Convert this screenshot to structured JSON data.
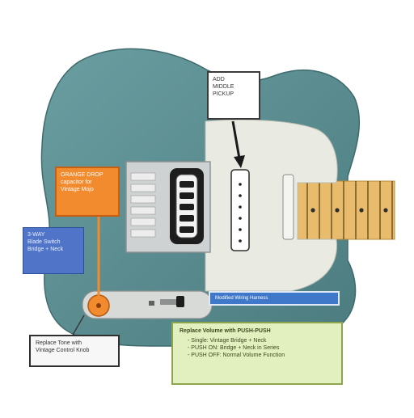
{
  "callouts": {
    "add_middle": {
      "lines": [
        "ADD",
        "MIDDLE",
        "PICKUP"
      ]
    },
    "orange": {
      "lines": [
        "ORANGE DROP",
        "capacitor for",
        "Vintage Mojo"
      ]
    },
    "blue": {
      "lines": [
        "3-WAY",
        "Blade Switch",
        "Bridge + Neck"
      ]
    },
    "replace_knob": {
      "lines": [
        "Replace Tone with",
        "Vintage Control Knob"
      ]
    },
    "blue_bar": {
      "text": "Modified Wiring Harness"
    },
    "green": {
      "title": "Replace Volume with PUSH-PUSH",
      "items": [
        "- Single: Vintage Bridge + Neck",
        "- PUSH ON: Bridge + Neck in Series",
        "- PUSH OFF: Normal Volume Function"
      ]
    }
  },
  "colors": {
    "body": "#5b8c8f",
    "pickguard": "#e9ebe2",
    "control_plate": "#d7dad7",
    "fretboard": "#e8bc6c",
    "orange_box": "#f28a2e",
    "blue_box": "#4f74c8",
    "green_box": "#e2f0bf"
  }
}
